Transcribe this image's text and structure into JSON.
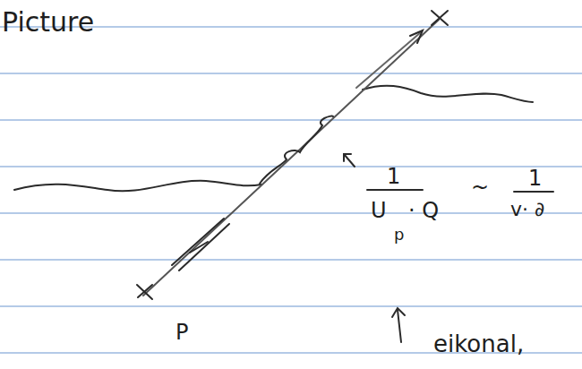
{
  "diagram": {
    "labels": [
      "Picture",
      "1",
      "U",
      "p",
      "· Q",
      "~",
      "1",
      "v· ∂",
      "P",
      "eikonal,"
    ]
  }
}
